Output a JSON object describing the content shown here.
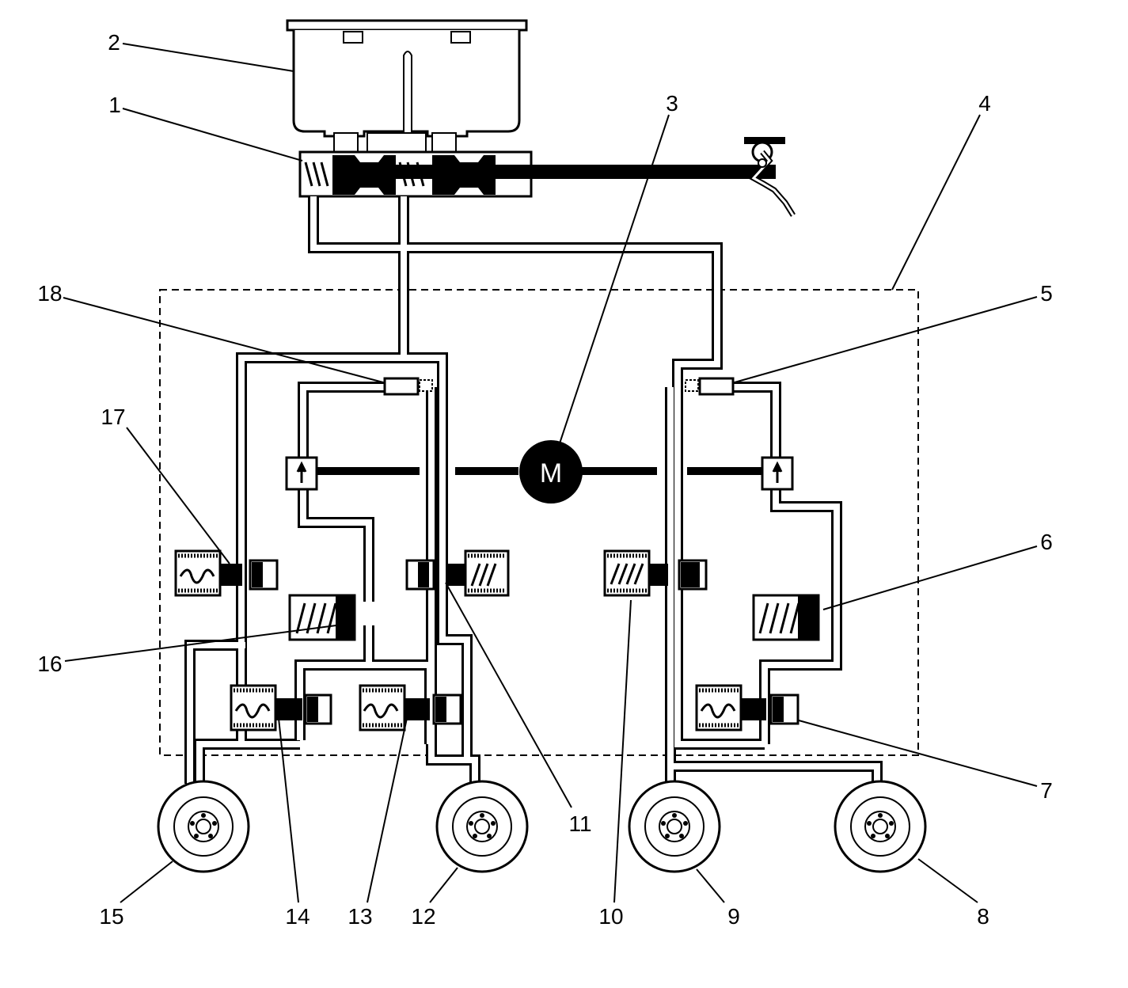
{
  "diagram": {
    "motor_label": "M",
    "callouts": [
      {
        "id": "1",
        "text": "1"
      },
      {
        "id": "2",
        "text": "2"
      },
      {
        "id": "3",
        "text": "3"
      },
      {
        "id": "4",
        "text": "4"
      },
      {
        "id": "5",
        "text": "5"
      },
      {
        "id": "6",
        "text": "6"
      },
      {
        "id": "7",
        "text": "7"
      },
      {
        "id": "8",
        "text": "8"
      },
      {
        "id": "9",
        "text": "9"
      },
      {
        "id": "10",
        "text": "10"
      },
      {
        "id": "11",
        "text": "11"
      },
      {
        "id": "12",
        "text": "12"
      },
      {
        "id": "13",
        "text": "13"
      },
      {
        "id": "14",
        "text": "14"
      },
      {
        "id": "15",
        "text": "15"
      },
      {
        "id": "16",
        "text": "16"
      },
      {
        "id": "17",
        "text": "17"
      },
      {
        "id": "18",
        "text": "18"
      }
    ]
  }
}
